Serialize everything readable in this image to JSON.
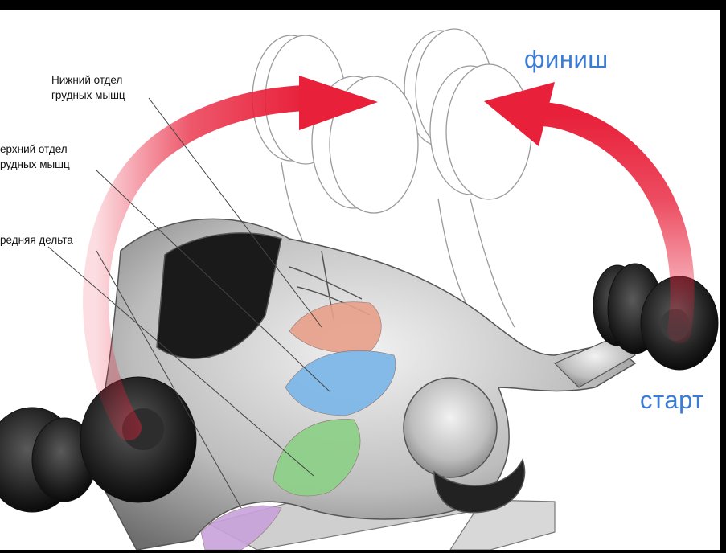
{
  "labels": {
    "lower_chest_line1": "Нижний отдел",
    "lower_chest_line2": "грудных мышц",
    "upper_chest_line1": "ерхний отдел",
    "upper_chest_line2": "рудных мышц",
    "front_delt": "редняя дельта",
    "finish": "финиш",
    "start": "старт"
  },
  "colors": {
    "arrow": "#e8203a",
    "text_blue": "#3a7bd5",
    "muscle_lower": "#e8a08a",
    "muscle_middle": "#7fb8e8",
    "muscle_upper": "#8fd08a",
    "muscle_delt": "#c9a2dc"
  }
}
